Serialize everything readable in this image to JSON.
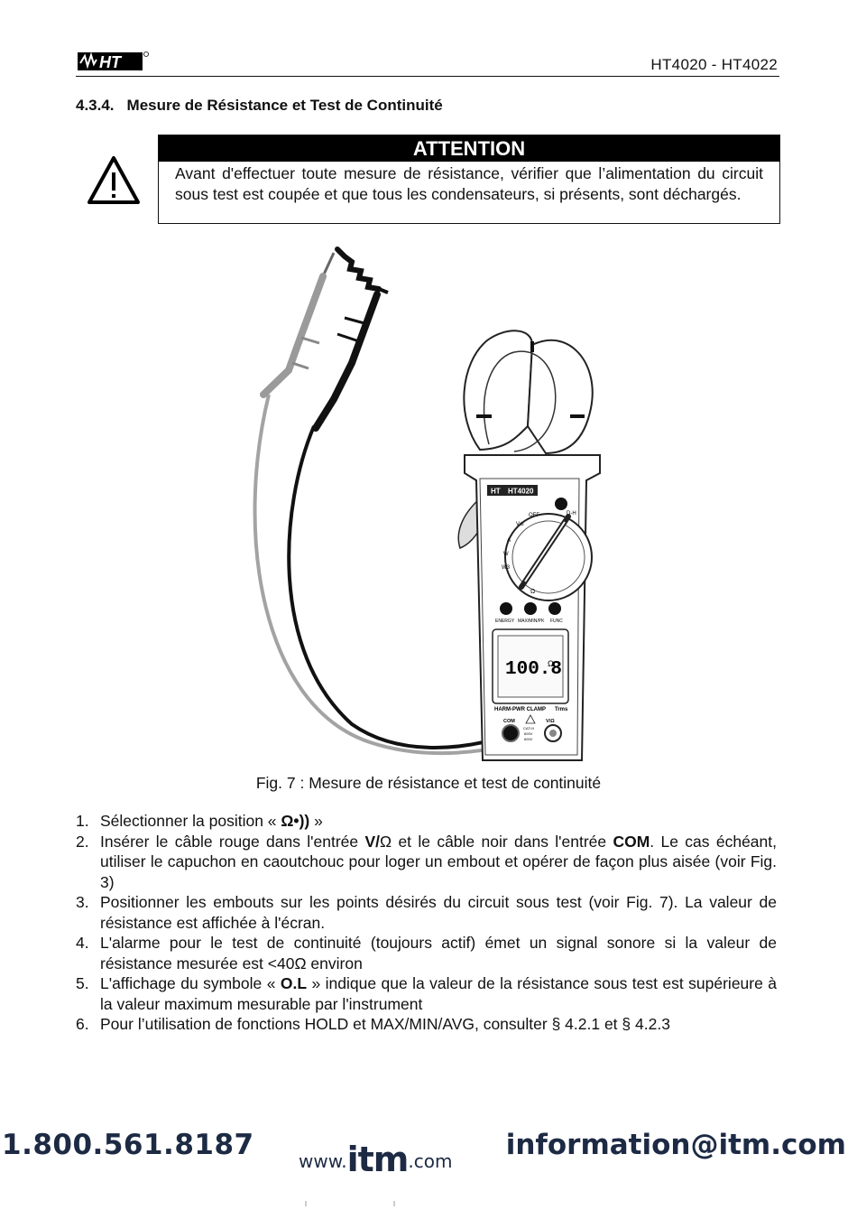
{
  "header": {
    "logo_text": "HT",
    "model": "HT4020 - HT4022"
  },
  "section": {
    "number": "4.3.4.",
    "title": "Mesure de Résistance et Test de Continuité"
  },
  "attention": {
    "title": "ATTENTION",
    "text": "Avant d'effectuer toute mesure de résistance, vérifier que l’alimentation du circuit sous test est coupée et que tous les condensateurs, si présents, sont déchargés."
  },
  "figure": {
    "caption": "Fig. 7 : Mesure de résistance et test de continuité",
    "meter": {
      "brand": "HT",
      "model": "HT4020",
      "display_value": "100.8",
      "display_unit": "Ω",
      "dial_labels": [
        "OFF",
        "V≅",
        "A",
        "W",
        "W3",
        "Ω"
      ],
      "hold_label": "D-H",
      "buttons": [
        "ENERGY",
        "MAX/MIN/PK",
        "FUNC"
      ],
      "name_plate": "HARM-PWR CLAMP",
      "trms_label": "Trms",
      "com_label": "COM",
      "vohm_label": "V/Ω",
      "cat_label": "CAT.III",
      "rating1": "600V",
      "rating2": "600V"
    }
  },
  "steps": [
    {
      "n": "1.",
      "pre": "Sélectionner la position « ",
      "sym": "Ω•))",
      "post": " »"
    },
    {
      "n": "2.",
      "a": "Insérer le câble rouge dans l'entrée ",
      "b": "V/",
      "b2": "Ω",
      "c": " et le câble noir dans l'entrée ",
      "d": "COM",
      "e": ". Le cas échéant, utiliser le capuchon en caoutchouc pour loger un embout et opérer de façon plus aisée (voir Fig. 3)"
    },
    {
      "n": "3.",
      "text": "Positionner les embouts sur les points désirés du circuit sous test (voir Fig. 7). La valeur de résistance est affichée à l'écran."
    },
    {
      "n": "4.",
      "text": "L'alarme pour le test de continuité (toujours actif) émet un signal sonore si la valeur de résistance mesurée est <40Ω environ"
    },
    {
      "n": "5.",
      "a": "L'affichage du symbole « ",
      "b": "O.L",
      "c": " » indique que la valeur de la résistance sous test est supérieure à la valeur maximum mesurable par l'instrument"
    },
    {
      "n": "6.",
      "text": "Pour l’utilisation de fonctions HOLD et MAX/MIN/AVG, consulter § 4.2.1 et § 4.2.3"
    }
  ],
  "footer": {
    "phone": "1.800.561.8187",
    "web_prefix": "www.",
    "web_brand": "itm",
    "web_suffix": ".com",
    "email": "information@itm.com"
  }
}
